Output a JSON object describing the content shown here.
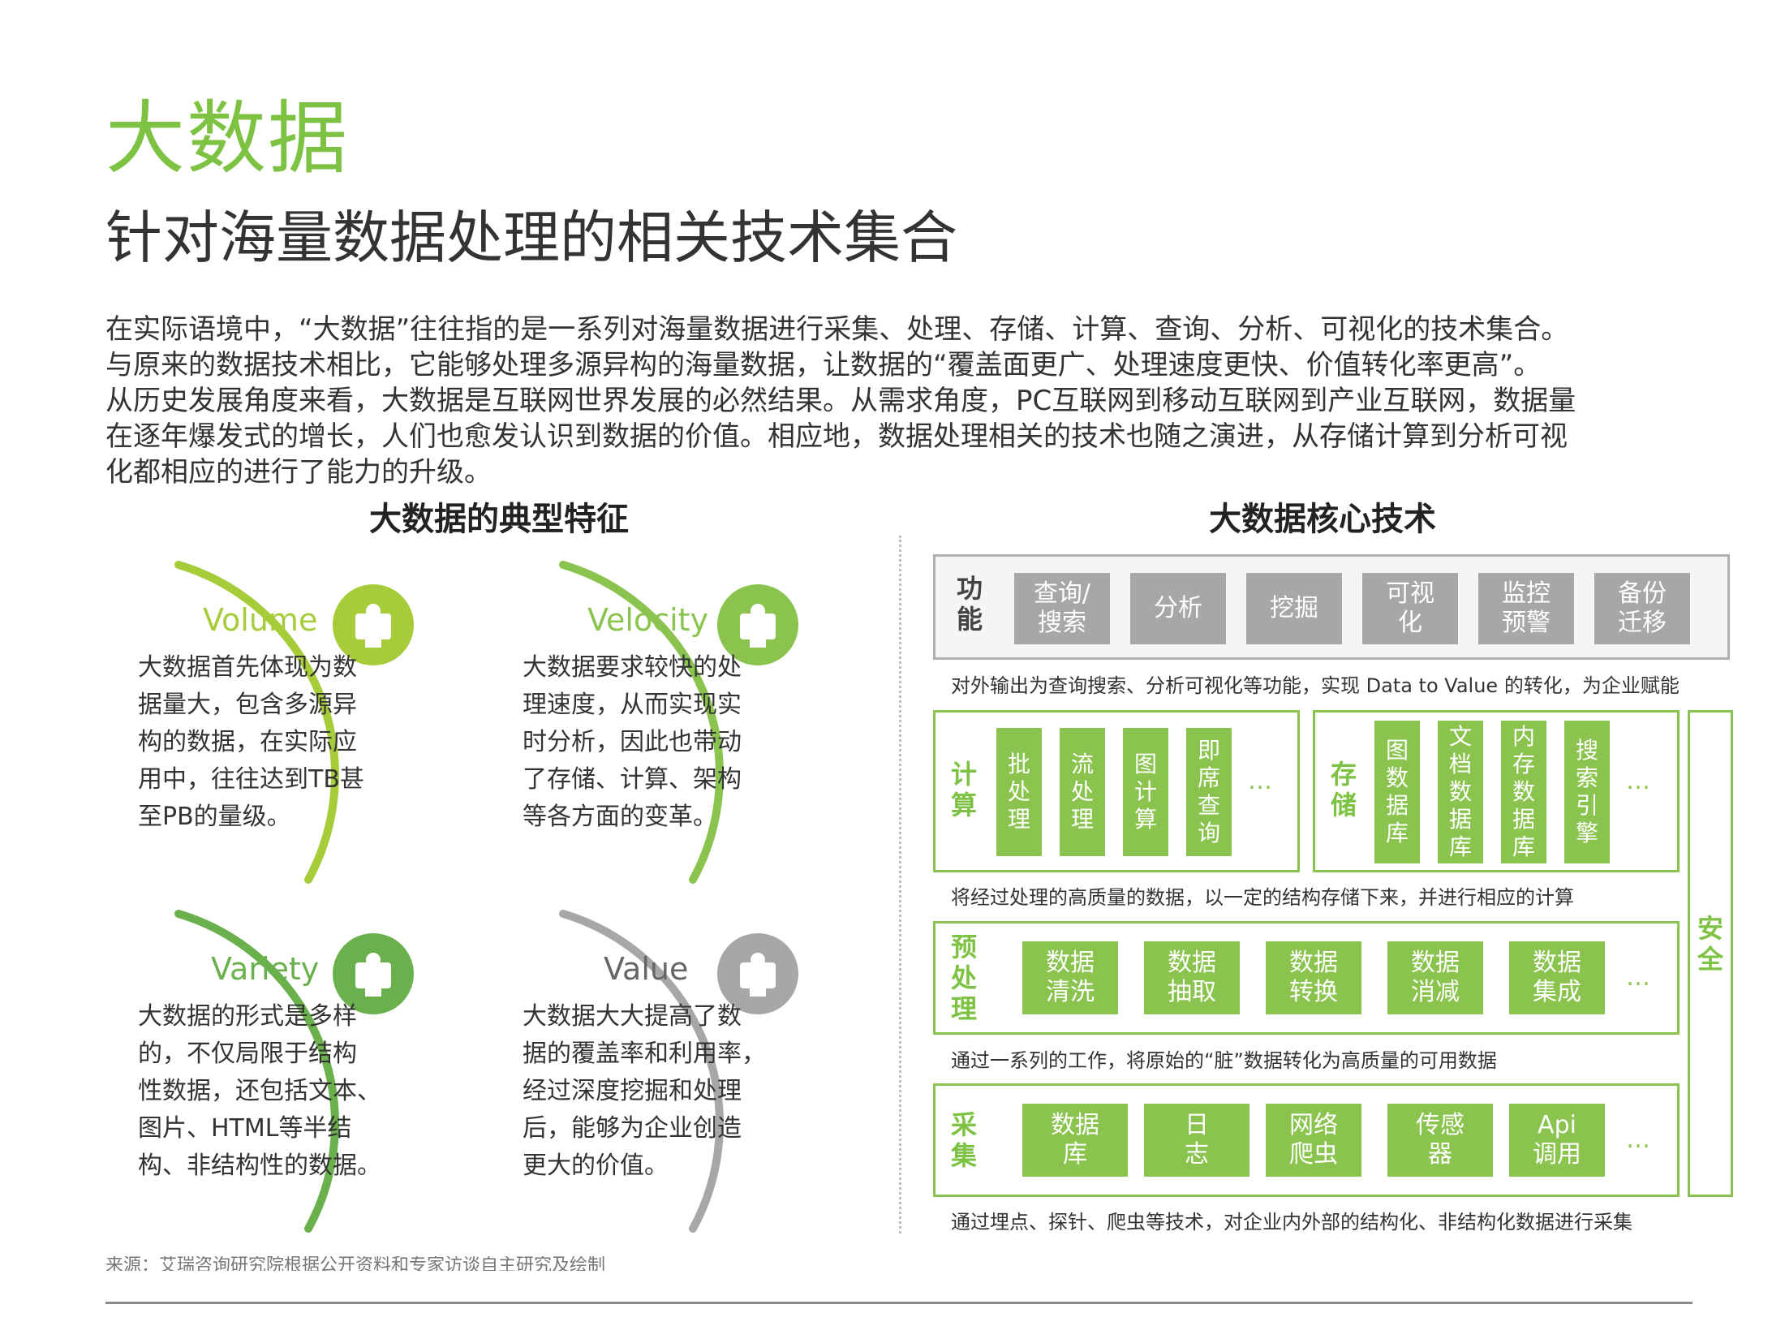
{
  "header": {
    "title": "大数据",
    "subtitle": "针对海量数据处理的相关技术集合"
  },
  "intro_lines": [
    "在实际语境中，“大数据”往往指的是一系列对海量数据进行采集、处理、存储、计算、查询、分析、可视化的技术集合。",
    "与原来的数据技术相比，它能够处理多源异构的海量数据，让数据的“覆盖面更广、处理速度更快、价值转化率更高”。",
    "从历史发展角度来看，大数据是互联网世界发展的必然结果。从需求角度，PC互联网到移动互联网到产业互联网，数据量",
    "在逐年爆发式的增长，人们也愈发认识到数据的价值。相应地，数据处理相关的技术也随之演进，从存储计算到分析可视",
    "化都相应的进行了能力的升级。"
  ],
  "features": {
    "title": "大数据的典型特征",
    "cards": [
      {
        "name": "Volume",
        "color": "#a6cc3a",
        "lines": [
          "大数据首先体现为数",
          "据量大，包含多源异",
          "构的数据，在实际应",
          "用中，往往达到TB甚",
          "至PB的量级。"
        ]
      },
      {
        "name": "Velocity",
        "color": "#8ac44f",
        "lines": [
          "大数据要求较快的处",
          "理速度，从而实现实",
          "时分析，因此也带动",
          "了存储、计算、架构",
          "等各方面的变革。"
        ]
      },
      {
        "name": "Variety",
        "color": "#6ab04c",
        "lines": [
          "大数据的形式是多样",
          "的，不仅局限于结构",
          "性数据，还包括文本、",
          "图片、HTML等半结",
          "构、非结构性的数据。"
        ]
      },
      {
        "name": "Value",
        "color": "#a7a7a7",
        "lines": [
          "大数据大大提高了数",
          "据的覆盖率和利用率，",
          "经过深度挖掘和处理",
          "后，能够为企业创造",
          "更大的价值。"
        ]
      }
    ]
  },
  "core": {
    "title": "大数据核心技术",
    "function": {
      "label": "功能",
      "items": [
        "查询/搜索",
        "分析",
        "挖掘",
        "可视化",
        "监控预警",
        "备份迁移"
      ],
      "desc": "对外输出为查询搜索、分析可视化等功能，实现 Data to Value 的转化，为企业赋能"
    },
    "compute": {
      "label": "计算",
      "items": [
        "批处理",
        "流处理",
        "图计算",
        "即席查询"
      ],
      "dots": "…"
    },
    "storage": {
      "label": "存储",
      "items": [
        "图数据库",
        "文档数据库",
        "内存数据库",
        "搜索引擎"
      ],
      "dots": "…"
    },
    "cs_desc": "将经过处理的高质量的数据，以一定的结构存储下来，并进行相应的计算",
    "preprocess": {
      "label": "预处理",
      "items": [
        "数据清洗",
        "数据抽取",
        "数据转换",
        "数据消减",
        "数据集成"
      ],
      "dots": "…",
      "desc": "通过一系列的工作，将原始的“脏”数据转化为高质量的可用数据"
    },
    "collect": {
      "label": "采集",
      "items": [
        "数据库",
        "日志",
        "网络爬虫",
        "传感器",
        "Api调用"
      ],
      "dots": "…",
      "desc": "通过埋点、探针、爬虫等技术，对企业内外部的结构化、非结构化数据进行采集"
    },
    "security": "安全"
  },
  "source": "来源：艾瑞咨询研究院根据公开资料和专家访谈自主研究及绘制"
}
